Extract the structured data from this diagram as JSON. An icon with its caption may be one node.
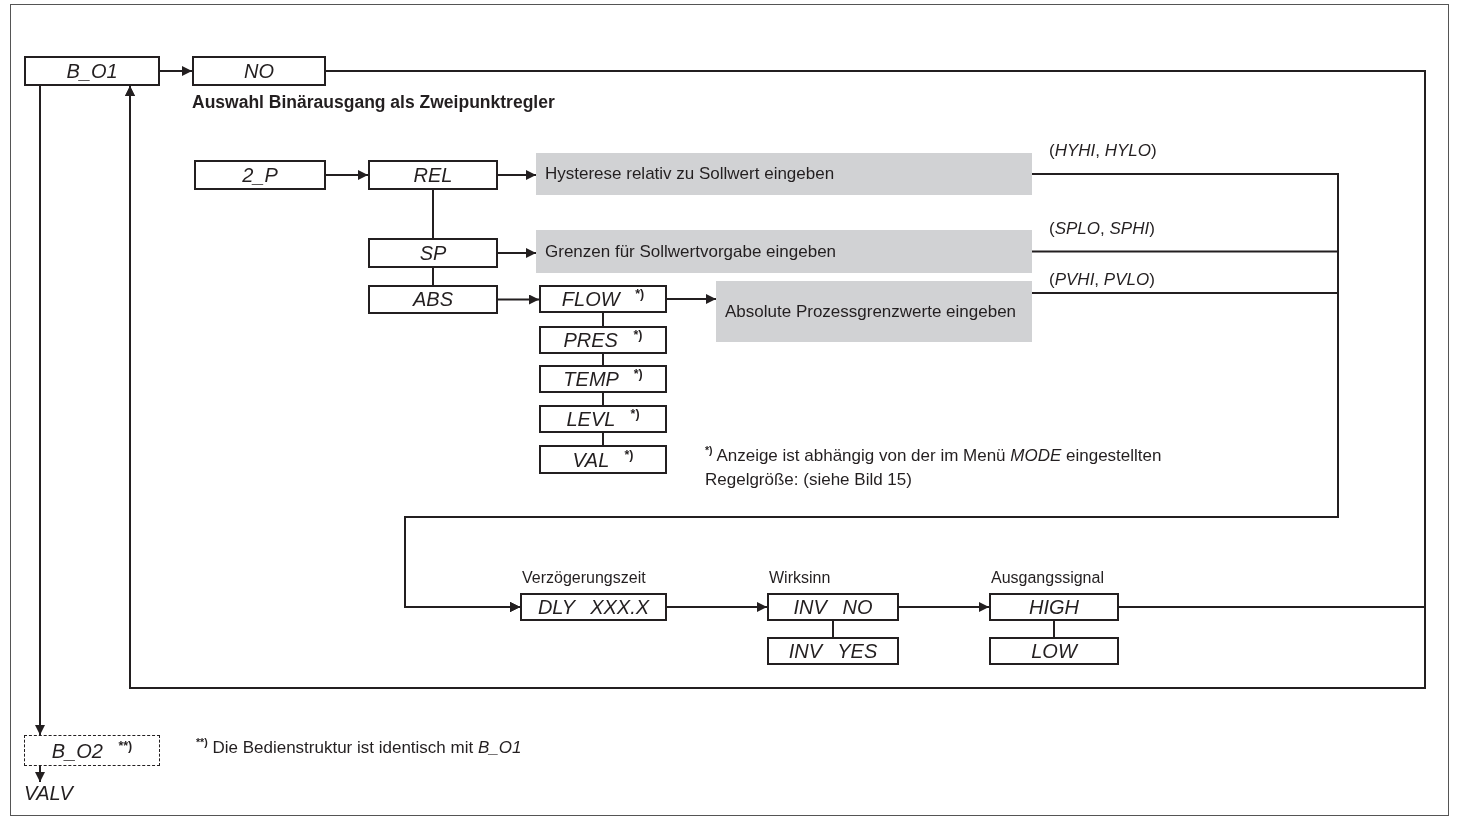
{
  "diagram": {
    "title": "Auswahl Binärausgang als Zweipunktregler",
    "nodes": [
      {
        "text": [
          "B_O1"
        ]
      },
      {
        "text": [
          "NO"
        ]
      },
      {
        "text": [
          "2_P"
        ]
      },
      {
        "text": [
          "REL"
        ]
      },
      {
        "text": [
          "Hysterese relativ zu Sollwert eingeben"
        ]
      },
      {
        "text": [
          "SP"
        ]
      },
      {
        "text": [
          "Grenzen für Sollwertvorgabe eingeben"
        ]
      },
      {
        "text": [
          "ABS"
        ]
      },
      {
        "text": [
          "FLOW $^{*)}$"
        ]
      },
      {
        "text": [
          "PRES $^{*)}$"
        ]
      },
      {
        "text": [
          "TEMP $^{*)}$"
        ]
      },
      {
        "text": [
          "LEVL $^{*)}$"
        ]
      },
      {
        "text": [
          "VAL $^{*)}$"
        ]
      },
      {
        "text": [
          "Absolute Prozessgrenzwerte eingeben"
        ]
      },
      {
        "text": [
          "DLY XXX.X"
        ],
        "beside": [
          "Verzögerungszeit"
        ]
      },
      {
        "text": [
          "INV NO"
        ],
        "beside": [
          "Wirksinn"
        ]
      },
      {
        "text": [
          "INV YES"
        ]
      },
      {
        "text": [
          "HIGH"
        ],
        "beside": [
          "Ausgangssignal"
        ]
      },
      {
        "text": [
          "LOW"
        ]
      },
      {
        "text": [
          "B_O2 $^{**)}$"
        ]
      },
      {
        "text": [
          "VALV"
        ]
      }
    ],
    "edges": [
      {
        "from": 0,
        "to": 1,
        "arrow": "to"
      },
      {
        "from": 1,
        "to": 0,
        "arrow": "to"
      },
      {
        "from": 17,
        "to": 0,
        "arrow": "to"
      },
      {
        "from": 2,
        "to": 3,
        "arrow": "to"
      },
      {
        "from": 3,
        "to": 4,
        "arrow": "to"
      },
      {
        "from": 3,
        "to": 5,
        "arrow": "none"
      },
      {
        "from": 5,
        "to": 6,
        "arrow": "to"
      },
      {
        "from": 5,
        "to": 7,
        "arrow": "none"
      },
      {
        "from": 7,
        "to": 8,
        "arrow": "to"
      },
      {
        "from": 8,
        "to": 13,
        "arrow": "to"
      },
      {
        "from": 8,
        "to": 9,
        "arrow": "none"
      },
      {
        "from": 9,
        "to": 10,
        "arrow": "none"
      },
      {
        "from": 10,
        "to": 11,
        "arrow": "none"
      },
      {
        "from": 11,
        "to": 12,
        "arrow": "none"
      },
      {
        "from": 4,
        "to": 14,
        "arrow": "to",
        "label": "(*HYHI*, *HYLO*)"
      },
      {
        "from": 6,
        "to": 14,
        "arrow": "to",
        "label": "(*SPLO*, *SPHI*)"
      },
      {
        "from": 13,
        "to": 14,
        "arrow": "to",
        "label": "(*PVHI*, *PVLO*)"
      },
      {
        "from": 14,
        "to": 15,
        "arrow": "to"
      },
      {
        "from": 15,
        "to": 16,
        "arrow": "none"
      },
      {
        "from": 15,
        "to": 17,
        "arrow": "to"
      },
      {
        "from": 17,
        "to": 18,
        "arrow": "none"
      },
      {
        "from": 0,
        "to": 19,
        "arrow": "to"
      },
      {
        "from": 19,
        "to": 20,
        "arrow": "to"
      }
    ],
    "labels": [
      "$^{*)}$ Anzeige ist abhängig von der im Menü *MODE* eingestellten Regelgröße: (siehe Bild 15)",
      "$^{**)}$ Die Bedienstruktur ist identisch mit *B_O1*"
    ]
  }
}
